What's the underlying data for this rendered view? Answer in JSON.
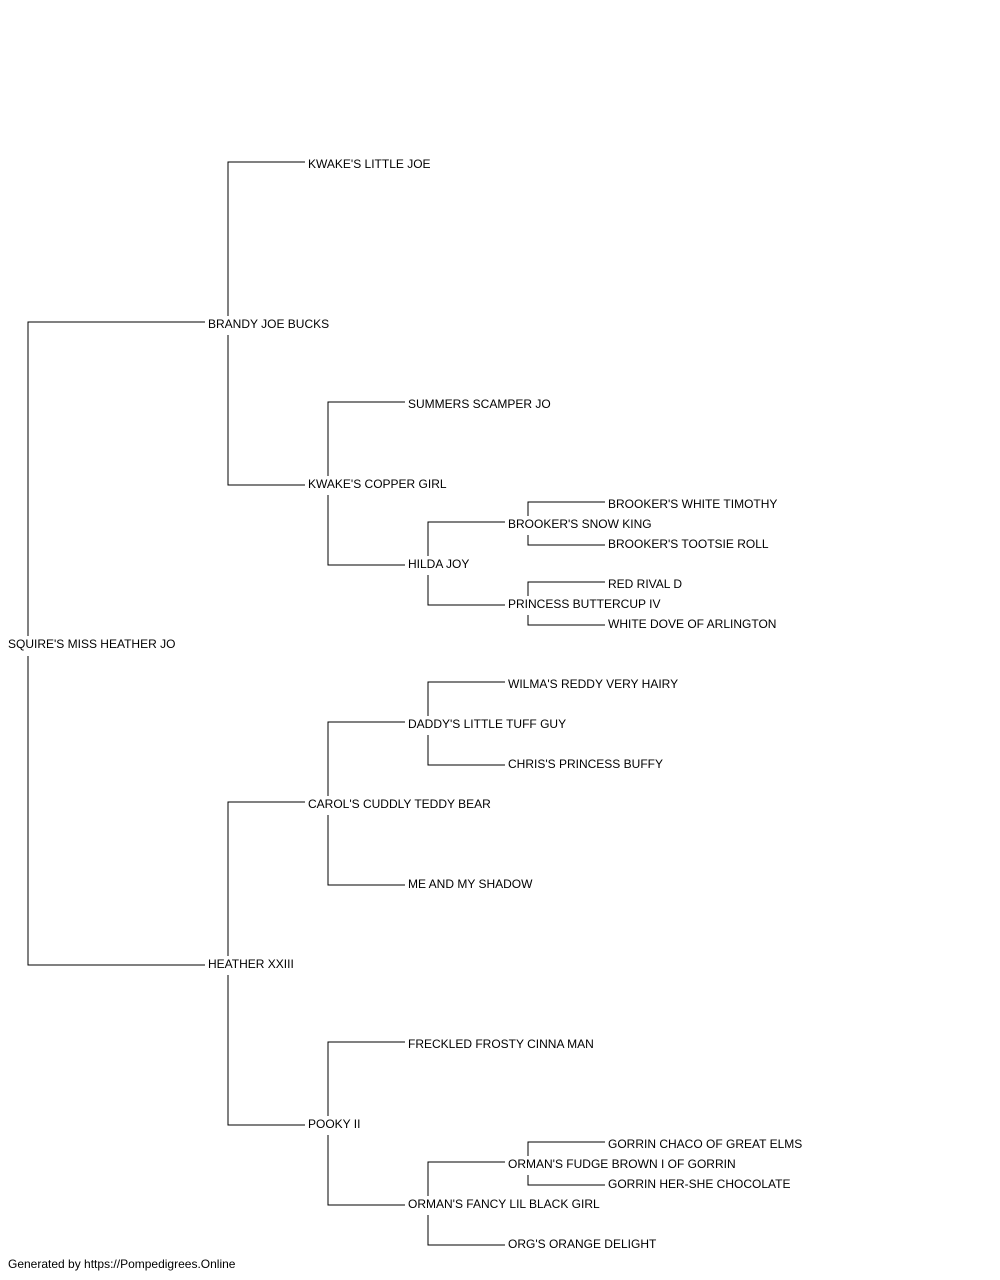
{
  "pedigree": {
    "subject": "SQUIRE'S MISS HEATHER JO",
    "sire": "BRANDY JOE BUCKS",
    "dam": "HEATHER XXIII",
    "sire_sire": "KWAKE'S LITTLE JOE",
    "sire_dam": "KWAKE'S COPPER GIRL",
    "sire_dam_sire": "SUMMERS SCAMPER JO",
    "sire_dam_dam": "HILDA JOY",
    "sire_dam_dam_sire": "BROOKER'S SNOW KING",
    "sire_dam_dam_sire_sire": "BROOKER'S WHITE TIMOTHY",
    "sire_dam_dam_sire_dam": "BROOKER'S TOOTSIE ROLL",
    "sire_dam_dam_dam": "PRINCESS BUTTERCUP IV",
    "sire_dam_dam_dam_sire": "RED RIVAL D",
    "sire_dam_dam_dam_dam": "WHITE DOVE OF ARLINGTON",
    "dam_sire": "CAROL'S CUDDLY TEDDY BEAR",
    "dam_sire_sire": "DADDY'S LITTLE TUFF GUY",
    "dam_sire_sire_sire": "WILMA'S REDDY VERY HAIRY",
    "dam_sire_sire_dam": "CHRIS'S PRINCESS BUFFY",
    "dam_sire_dam": "ME AND MY SHADOW",
    "dam_dam": "POOKY II",
    "dam_dam_sire": "FRECKLED FROSTY CINNA MAN",
    "dam_dam_dam": "ORMAN'S FANCY LIL BLACK GIRL",
    "dam_dam_dam_sire": "ORMAN'S FUDGE BROWN I OF GORRIN",
    "dam_dam_dam_sire_sire": "GORRIN CHACO OF GREAT ELMS",
    "dam_dam_dam_sire_dam": "GORRIN HER-SHE CHOCOLATE",
    "dam_dam_dam_dam": "ORG'S ORANGE DELIGHT"
  },
  "footer": {
    "text": "Generated by https://Pompedigrees.Online"
  }
}
